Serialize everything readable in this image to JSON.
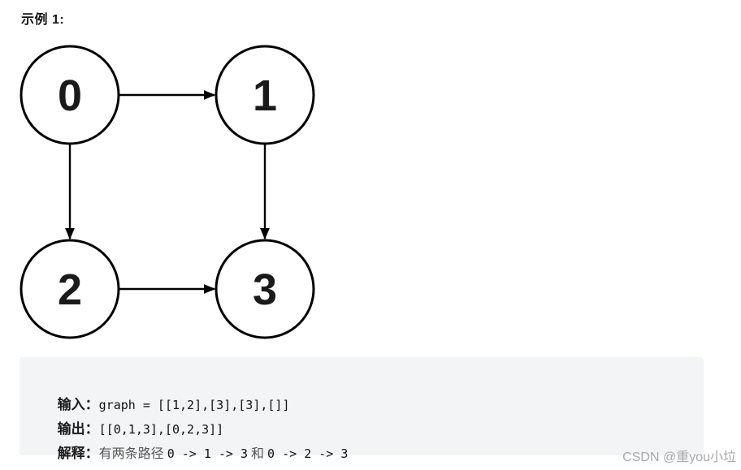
{
  "page": {
    "title": "示例 1:",
    "watermark": "CSDN @重you小垃"
  },
  "graph": {
    "type": "directed-graph",
    "nodes": [
      {
        "id": "0",
        "label": "0",
        "position": "top-left"
      },
      {
        "id": "1",
        "label": "1",
        "position": "top-right"
      },
      {
        "id": "2",
        "label": "2",
        "position": "bottom-left"
      },
      {
        "id": "3",
        "label": "3",
        "position": "bottom-right"
      }
    ],
    "edges": [
      {
        "from": "0",
        "to": "1"
      },
      {
        "from": "0",
        "to": "2"
      },
      {
        "from": "1",
        "to": "3"
      },
      {
        "from": "2",
        "to": "3"
      }
    ]
  },
  "example": {
    "input_label": "输入：",
    "input_code": "graph = [[1,2],[3],[3],[]]",
    "output_label": "输出：",
    "output_code": "[[0,1,3],[0,2,3]]",
    "explanation_label": "解释：",
    "explanation_text_1": "有两条路径 ",
    "explanation_code_1": "0 -> 1 -> 3",
    "explanation_text_2": " 和 ",
    "explanation_code_2": "0 -> 2 -> 3"
  },
  "colors": {
    "background": "#ffffff",
    "box_background": "#f3f4f5",
    "node_fill": "#ffffff",
    "stroke": "#000000",
    "watermark_text": "#a9a9a9"
  }
}
